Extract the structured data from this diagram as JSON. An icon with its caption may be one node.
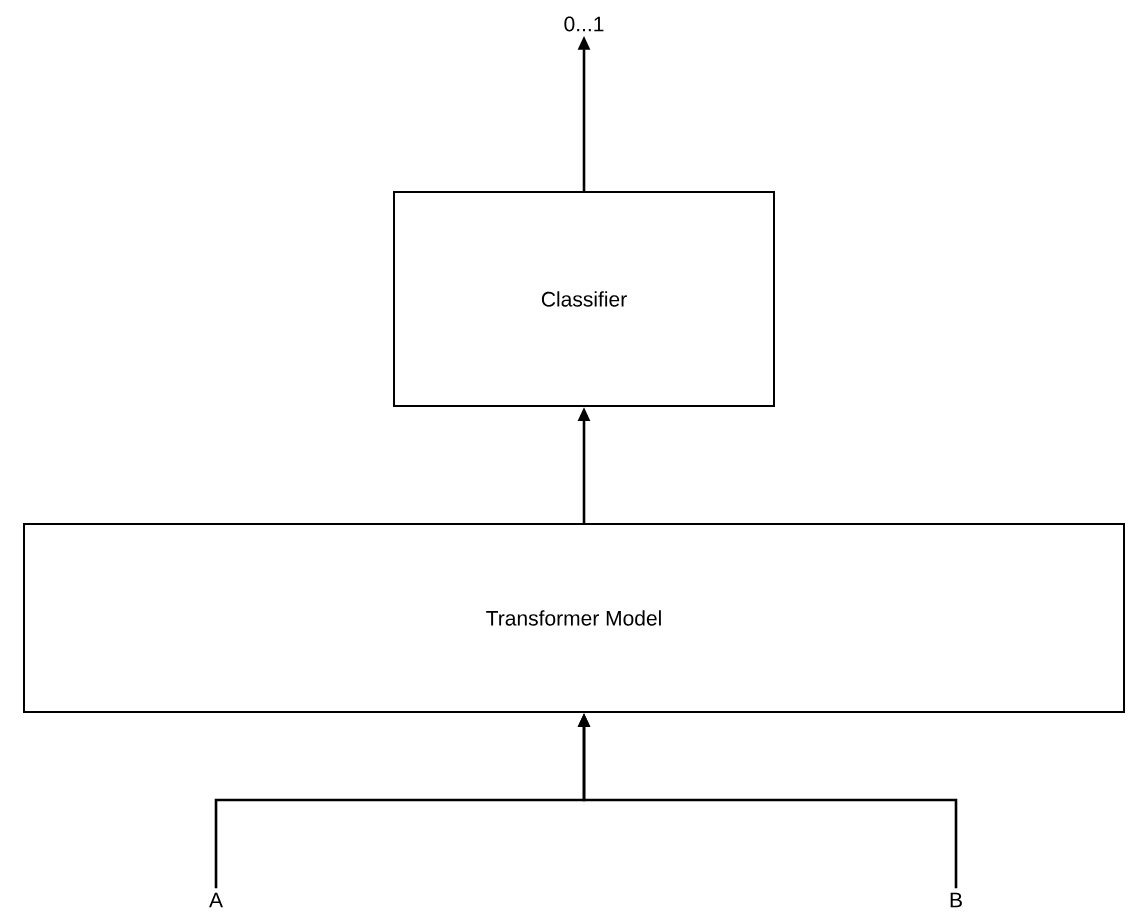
{
  "diagram": {
    "nodes": [
      {
        "text": [
          "0...1"
        ]
      },
      {
        "text": [
          "Classifier"
        ]
      },
      {
        "text": [
          "Transformer Model"
        ]
      },
      {
        "text": [
          "A"
        ]
      },
      {
        "text": [
          "B"
        ]
      }
    ],
    "edges": [
      {
        "from": 1,
        "to": 0,
        "arrow": "to"
      },
      {
        "from": 2,
        "to": 1,
        "arrow": "to"
      },
      {
        "from": 3,
        "to": 2,
        "arrow": "to"
      },
      {
        "from": 4,
        "to": 2,
        "arrow": "to"
      }
    ]
  }
}
